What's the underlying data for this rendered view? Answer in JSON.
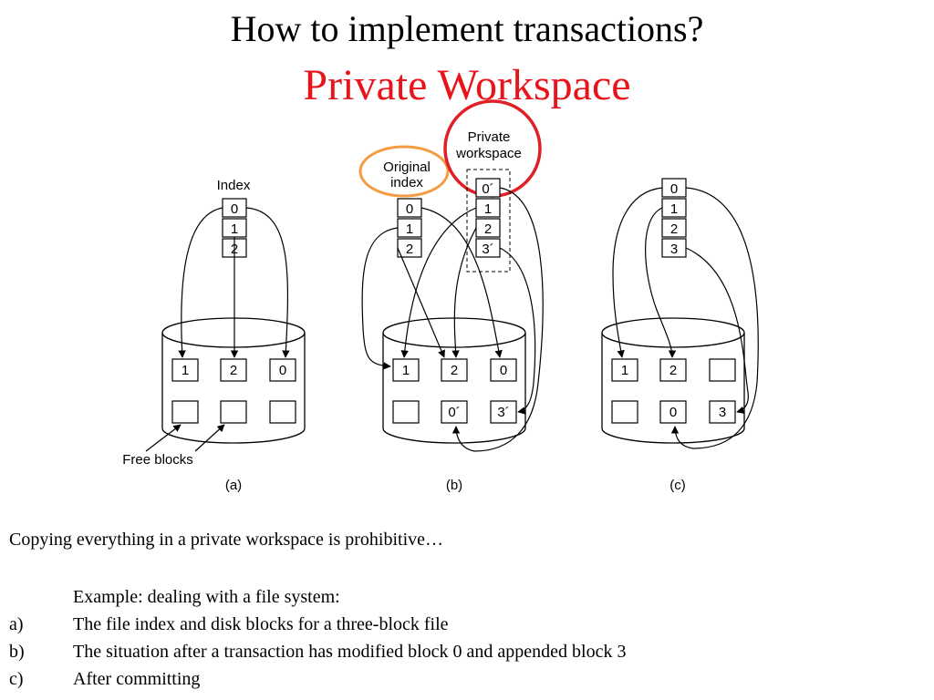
{
  "slide": {
    "title": "How to implement transactions?",
    "subtitle": "Private Workspace",
    "subtitle_color": "#e8141b"
  },
  "diagram": {
    "callouts": {
      "original_index": {
        "line1": "Original",
        "line2": "index",
        "ring_color": "#f59b42"
      },
      "private_workspace": {
        "line1": "Private",
        "line2": "workspace",
        "ring_color": "#e01f26"
      }
    },
    "panel_a": {
      "caption": "(a)",
      "index_label": "Index",
      "index_cells": [
        "0",
        "1",
        "2"
      ],
      "disk_top_row": [
        "1",
        "2",
        "0"
      ],
      "disk_bottom_row": [
        "",
        "",
        ""
      ],
      "free_blocks_label": "Free blocks"
    },
    "panel_b": {
      "caption": "(b)",
      "original_index_cells": [
        "0",
        "1",
        "2"
      ],
      "private_index_cells": [
        "0´",
        "1",
        "2",
        "3´"
      ],
      "disk_top_row": [
        "1",
        "2",
        "0"
      ],
      "disk_bottom_row": [
        "",
        "0´",
        "3´"
      ]
    },
    "panel_c": {
      "caption": "(c)",
      "index_cells": [
        "0",
        "1",
        "2",
        "3"
      ],
      "disk_top_row": [
        "1",
        "2",
        ""
      ],
      "disk_bottom_row": [
        "",
        "0",
        "3"
      ]
    }
  },
  "text": {
    "intro": "Copying everything in a private workspace is prohibitive…",
    "example": "Example: dealing  with a file system:",
    "items": [
      {
        "marker": "a)",
        "text": "The file index and disk blocks for a three-block file"
      },
      {
        "marker": "b)",
        "text": "The situation after a transaction has modified block 0 and appended block 3"
      },
      {
        "marker": "c)",
        "text": "After committing"
      }
    ]
  }
}
